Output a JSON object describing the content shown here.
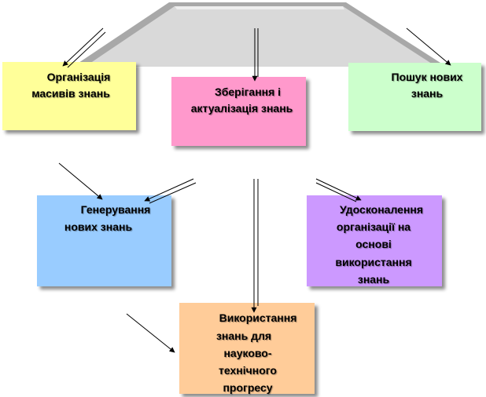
{
  "diagram": {
    "colors": {
      "top_shape": "#d9d9d9",
      "box_organization": "#ffff99",
      "box_storage": "#ff99cc",
      "box_search": "#ccffcc",
      "box_generation": "#99ccff",
      "box_improvement": "#cc99ff",
      "box_usage": "#ffcc99"
    },
    "boxes": {
      "organization": {
        "line1": "Організація",
        "line2": "масивів знань"
      },
      "storage": {
        "line1": "Зберігання і",
        "line2": "актуалізація знань"
      },
      "search": {
        "line1": "Пошук нових",
        "line2": "знань"
      },
      "generation": {
        "line1": "Генерування",
        "line2": "нових знань"
      },
      "improvement": {
        "line1": "Удосконалення",
        "line2": "організації на",
        "line3": "основі",
        "line4": "використання",
        "line5": "знань"
      },
      "usage": {
        "line1": "Використання",
        "line2": "знань для",
        "line3": "науково-",
        "line4": "технічного",
        "line5": "прогресу"
      }
    }
  }
}
